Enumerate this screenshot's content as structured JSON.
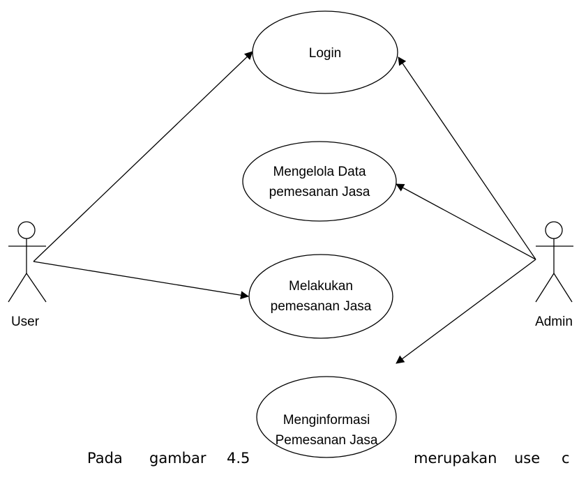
{
  "diagram": {
    "type": "use-case",
    "actors": [
      {
        "id": "user",
        "label": "User"
      },
      {
        "id": "admin",
        "label": "Admin"
      }
    ],
    "use_cases": [
      {
        "id": "login",
        "lines": [
          "Login"
        ]
      },
      {
        "id": "kelola",
        "lines": [
          "Mengelola Data",
          "pemesanan Jasa"
        ]
      },
      {
        "id": "pesan",
        "lines": [
          "Melakukan",
          "pemesanan Jasa"
        ]
      },
      {
        "id": "info",
        "lines": [
          "Menginformasi",
          "Pemesanan Jasa"
        ]
      }
    ],
    "associations": [
      {
        "from": "user",
        "to": "login"
      },
      {
        "from": "user",
        "to": "pesan"
      },
      {
        "from": "admin",
        "to": "login"
      },
      {
        "from": "admin",
        "to": "kelola"
      },
      {
        "from": "admin",
        "to": "info"
      }
    ]
  },
  "caption": {
    "words": [
      "Pada",
      "gambar",
      "4.5",
      "merupakan",
      "use",
      "c"
    ]
  }
}
